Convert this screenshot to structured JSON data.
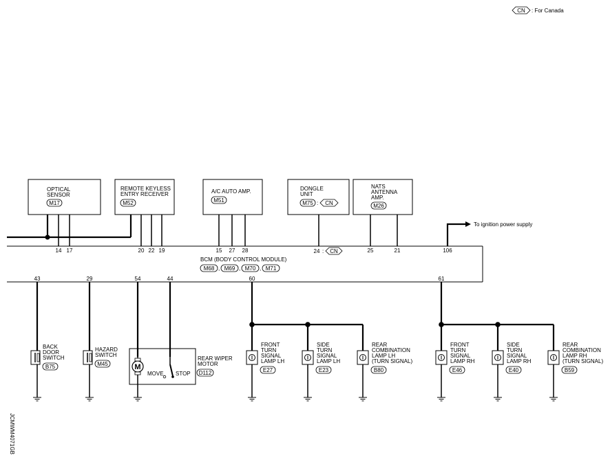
{
  "legend": {
    "connector": "CN",
    "text": ": For Canada"
  },
  "components": {
    "optical_sensor": {
      "name": [
        "OPTICAL",
        "SENSOR"
      ],
      "connector": "M17",
      "pins": [
        "14",
        "17"
      ]
    },
    "keyless_receiver": {
      "name": [
        "REMOTE KEYLESS",
        "ENTRY RECEIVER"
      ],
      "connector": "M52",
      "pins": [
        "20",
        "22",
        "19"
      ]
    },
    "ac_amp": {
      "name": [
        "A/C AUTO AMP."
      ],
      "connector": "M51",
      "pins": [
        "15",
        "27",
        "28"
      ]
    },
    "dongle_unit": {
      "name": [
        "DONGLE",
        "UNIT"
      ],
      "connector": "M75",
      "connector_note": "CN",
      "pin": "24",
      "pin_note": "CN"
    },
    "nats_amp": {
      "name": [
        "NATS",
        "ANTENNA",
        "AMP."
      ],
      "connector": "M26",
      "pins": [
        "25",
        "21"
      ]
    }
  },
  "bcm": {
    "title": "BCM (BODY CONTROL MODULE)",
    "connectors": [
      "M68",
      "M69",
      "M70",
      "M71"
    ],
    "power_pin": "106",
    "power_label": "To ignition power supply",
    "bottom_pins": [
      "43",
      "29",
      "54",
      "44",
      "60",
      "61"
    ]
  },
  "loads": {
    "back_door_switch": {
      "name": [
        "BACK",
        "DOOR",
        "SWITCH"
      ],
      "connector": "B75"
    },
    "hazard_switch": {
      "name": [
        "HAZARD",
        "SWITCH"
      ],
      "connector": "M45"
    },
    "rear_wiper_motor": {
      "name": [
        "REAR WIPER",
        "MOTOR"
      ],
      "connector": "D112",
      "move": "MOVE",
      "stop": "STOP",
      "motor": "M"
    },
    "front_turn_lh": {
      "name": [
        "FRONT",
        "TURN",
        "SIGNAL",
        "LAMP LH"
      ],
      "connector": "E27"
    },
    "side_turn_lh": {
      "name": [
        "SIDE",
        "TURN",
        "SIGNAL",
        "LAMP LH"
      ],
      "connector": "E23"
    },
    "rear_combo_lh": {
      "name": [
        "REAR",
        "COMBINATION",
        "LAMP LH",
        "(TURN SIGNAL)"
      ],
      "connector": "B80"
    },
    "front_turn_rh": {
      "name": [
        "FRONT",
        "TURN",
        "SIGNAL",
        "LAMP RH"
      ],
      "connector": "E46"
    },
    "side_turn_rh": {
      "name": [
        "SIDE",
        "TURN",
        "SIGNAL",
        "LAMP RH"
      ],
      "connector": "E40"
    },
    "rear_combo_rh": {
      "name": [
        "REAR",
        "COMBINATION",
        "LAMP RH",
        "(TURN SIGNAL)"
      ],
      "connector": "B59"
    }
  },
  "figure_id": "JCMWM4071GB"
}
